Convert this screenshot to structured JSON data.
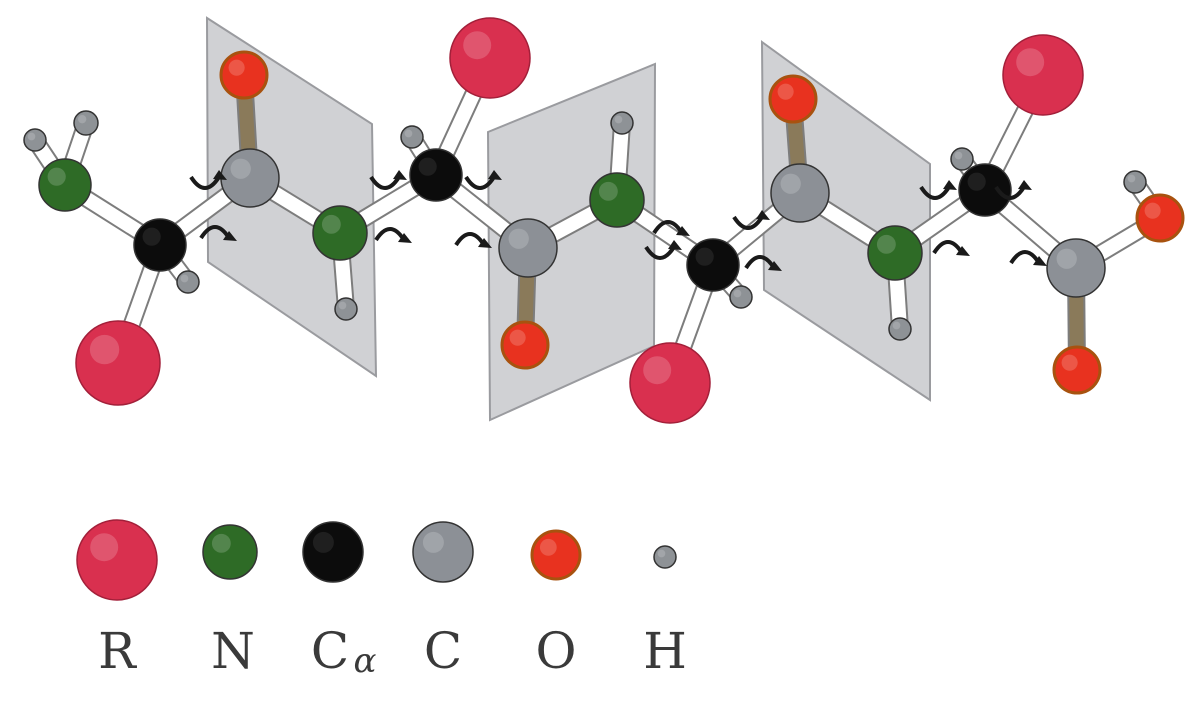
{
  "diagram": {
    "atom_colors": {
      "R": "#d9304f",
      "N": "#2e6b26",
      "Ca": "#0c0c0c",
      "C": "#8c9096",
      "O": "#e8321f",
      "H": "#8e9296"
    },
    "plane_color": "#c8c9cc",
    "bond_color": "#ffffff",
    "double_bond_color": "#8a7a5a",
    "rotation_arrow_color": "#1a1a1a"
  },
  "legend": {
    "items": [
      {
        "key": "R",
        "label": "R",
        "sub": ""
      },
      {
        "key": "N",
        "label": "N",
        "sub": ""
      },
      {
        "key": "Ca",
        "label": "C",
        "sub": "α"
      },
      {
        "key": "C",
        "label": "C",
        "sub": ""
      },
      {
        "key": "O",
        "label": "O",
        "sub": ""
      },
      {
        "key": "H",
        "label": "H",
        "sub": ""
      }
    ]
  }
}
